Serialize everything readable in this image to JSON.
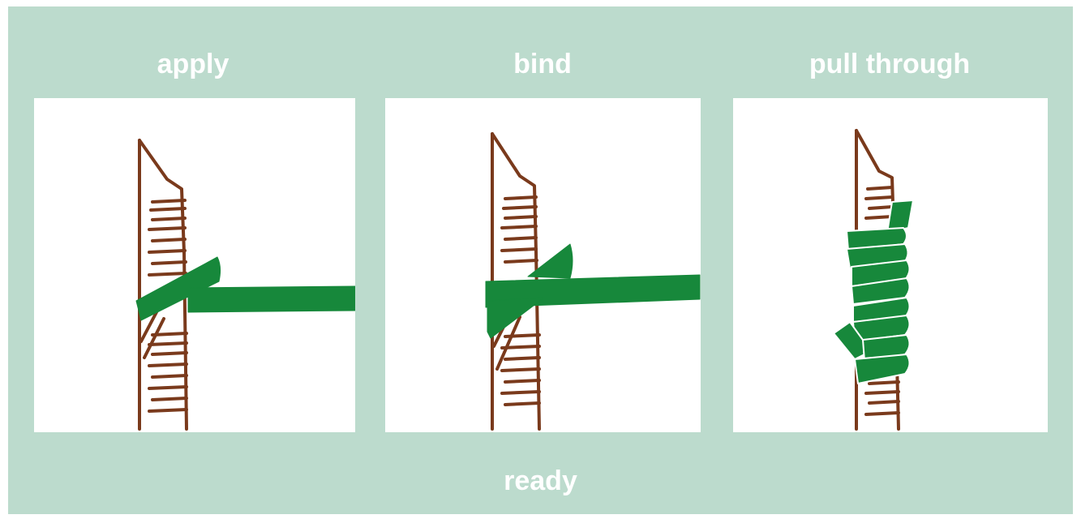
{
  "steps": [
    {
      "label": "apply"
    },
    {
      "label": "bind"
    },
    {
      "label": "pull through"
    }
  ],
  "footer": {
    "label": "ready"
  },
  "colors": {
    "background": "#bcdbcd",
    "panel": "#ffffff",
    "stem": "#7a3a1c",
    "tape": "#17883b",
    "label_text": "#ffffff"
  },
  "icons": [
    "stem-icon",
    "tape-strip-icon"
  ]
}
